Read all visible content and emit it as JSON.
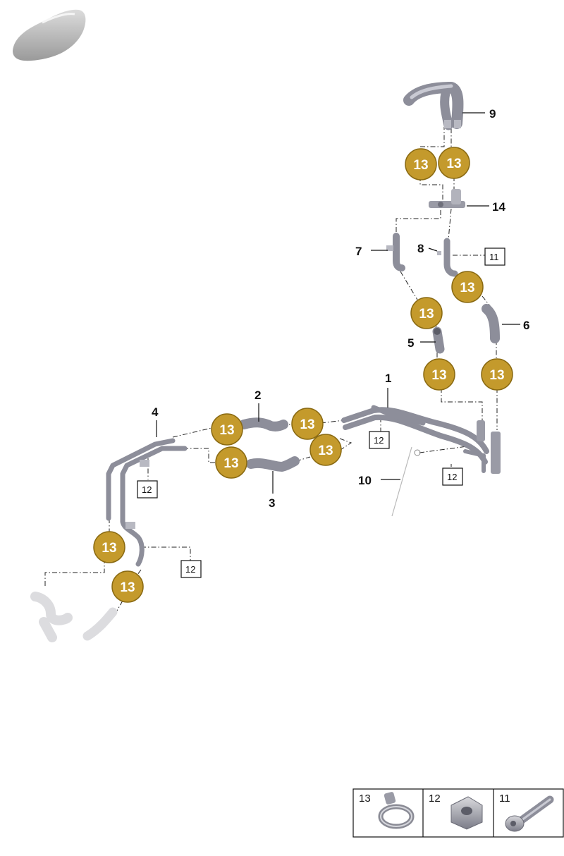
{
  "diagram": {
    "part_labels": {
      "p1": "1",
      "p2": "2",
      "p3": "3",
      "p4": "4",
      "p5": "5",
      "p6": "6",
      "p7": "7",
      "p8": "8",
      "p9": "9",
      "p10": "10",
      "p14": "14"
    },
    "clamp_badge_label": "13",
    "boxed_labels": {
      "b11": "11",
      "b12": "12"
    },
    "colors": {
      "badge_fill": "#c49a2c",
      "badge_stroke": "#8a6a12",
      "pipe": "#8d8e9a",
      "ghost": "#dcdcdf"
    }
  },
  "legend": {
    "items": [
      {
        "number": "13",
        "icon": "hose-clamp-icon"
      },
      {
        "number": "12",
        "icon": "nut-icon"
      },
      {
        "number": "11",
        "icon": "bolt-icon"
      }
    ]
  },
  "car_icon": "car-silhouette-icon"
}
